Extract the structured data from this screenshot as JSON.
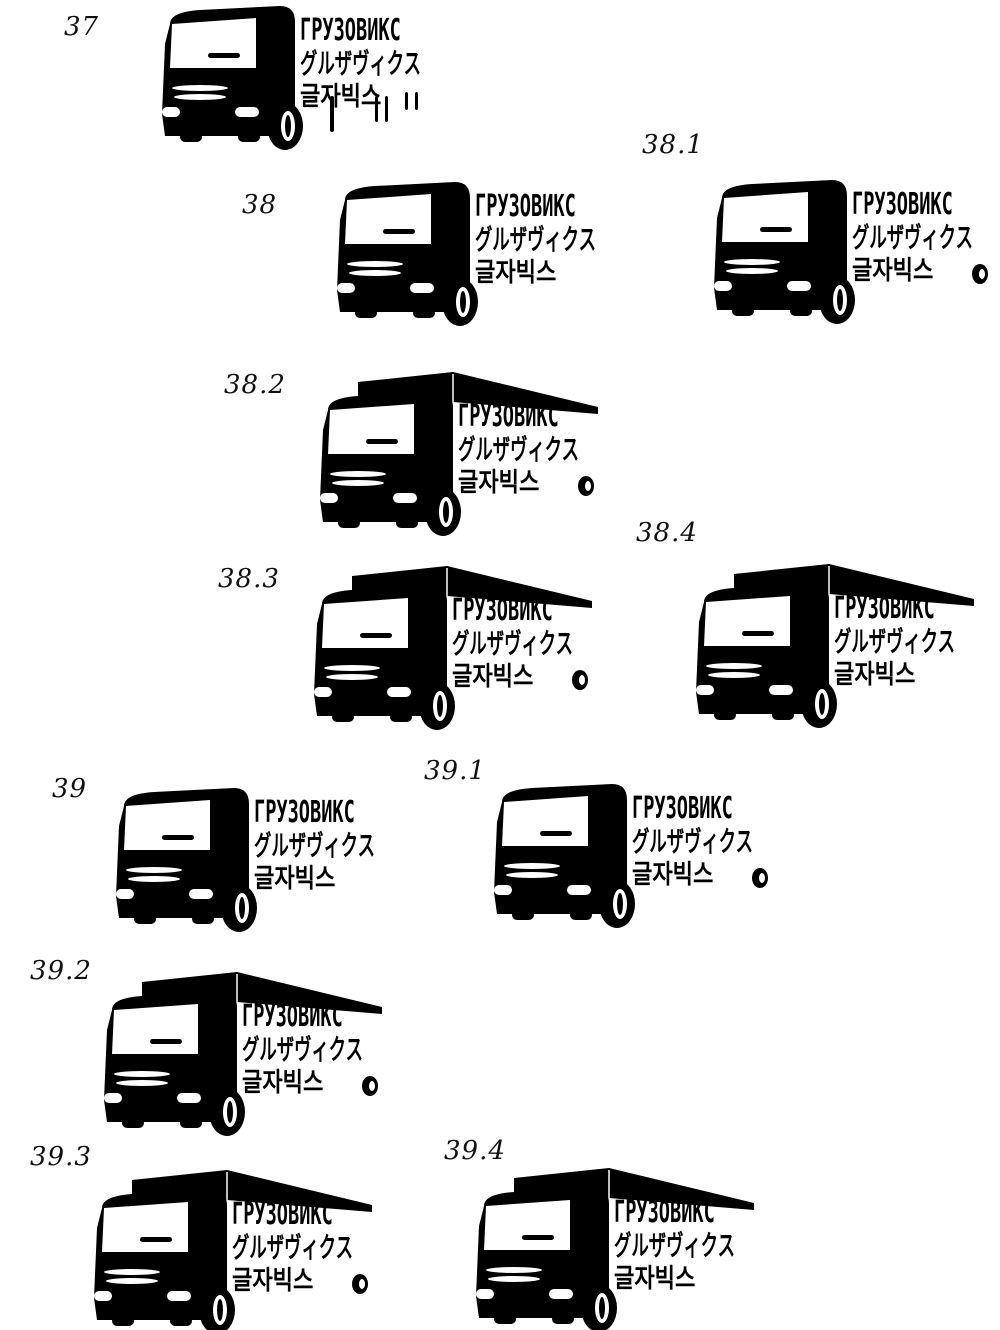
{
  "labels": [
    "37",
    "38.1",
    "38",
    "38.2",
    "38.3",
    "38.4",
    "39",
    "39.1",
    "39.2",
    "39.3",
    "39.4"
  ],
  "logo_text": {
    "line1": "ГРУЗОВИКС",
    "line2": "グルザヴィクス",
    "line3": "글자빅스"
  },
  "colors": {
    "ink": "#000000",
    "paper": "#ffffff"
  },
  "icons": [
    "truck-icon",
    "wheel-icon"
  ]
}
